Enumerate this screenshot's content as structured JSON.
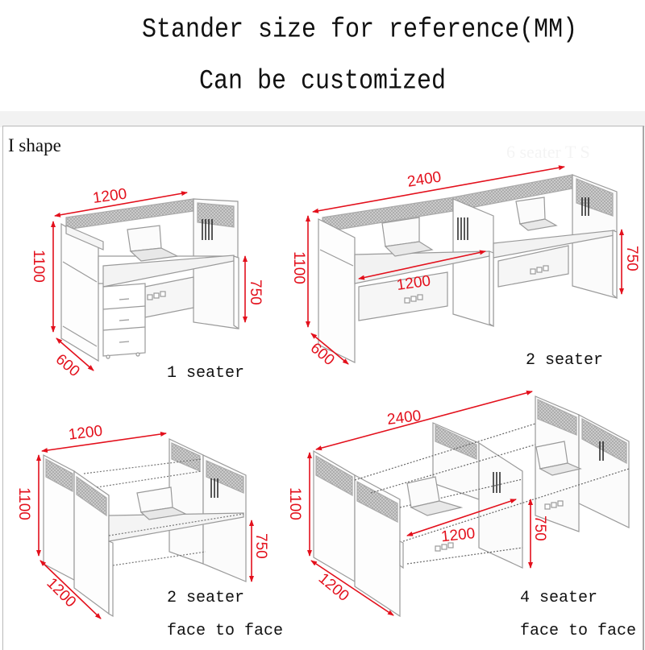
{
  "header": {
    "title": "Stander size for reference(MM)",
    "subtitle": "Can be customized"
  },
  "section": {
    "label": "I shape",
    "watermark": "6 seater T S"
  },
  "colors": {
    "dimension_red": "#e3101c",
    "band_gray": "#f2f2f2",
    "panel_border": "#b9b9b9",
    "text": "#111111"
  },
  "units": "MM",
  "products": [
    {
      "name": "1 seater",
      "caption": [
        "1 seater"
      ],
      "dimensions": {
        "width": "1200",
        "height": "1100",
        "desk_height": "750",
        "depth": "600"
      }
    },
    {
      "name": "2 seater",
      "caption": [
        "2 seater"
      ],
      "dimensions": {
        "width": "2400",
        "per_seat_width": "1200",
        "height": "1100",
        "desk_height": "750",
        "depth": "600"
      }
    },
    {
      "name": "2 seater face to face",
      "caption": [
        "2 seater",
        "face to face"
      ],
      "dimensions": {
        "width": "1200",
        "height": "1100",
        "desk_height": "750",
        "depth": "1200"
      }
    },
    {
      "name": "4 seater face to face",
      "caption": [
        "4 seater",
        "face to face"
      ],
      "dimensions": {
        "width": "2400",
        "per_seat_width": "1200",
        "height": "1100",
        "desk_height": "750",
        "depth": "1200"
      }
    }
  ]
}
